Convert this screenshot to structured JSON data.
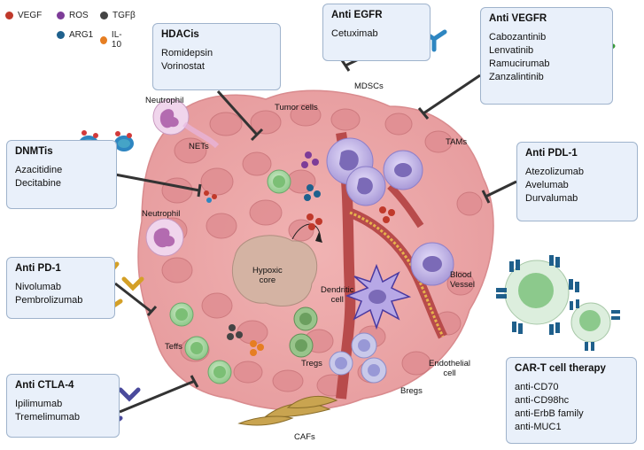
{
  "legend": [
    {
      "label": "VEGF",
      "color": "#c0392b"
    },
    {
      "label": "ROS",
      "color": "#7d3c98"
    },
    {
      "label": "TGFβ",
      "color": "#444444"
    },
    {
      "label": "ARG1",
      "color": "#1f618d"
    },
    {
      "label": "IL-10",
      "color": "#e67e22"
    }
  ],
  "boxes": {
    "hdacis": {
      "title": "HDACis",
      "items": [
        "Romidepsin",
        "Vorinostat"
      ]
    },
    "anti_egfr": {
      "title": "Anti EGFR",
      "items": [
        "Cetuximab"
      ]
    },
    "anti_vegfr": {
      "title": "Anti VEGFR",
      "items": [
        "Cabozantinib",
        "Lenvatinib",
        "Ramucirumab",
        "Zanzalintinib"
      ]
    },
    "dnmtis": {
      "title": "DNMTis",
      "items": [
        "Azacitidine",
        "Decitabine"
      ]
    },
    "anti_pdl1": {
      "title": "Anti PDL-1",
      "items": [
        "Atezolizumab",
        "Avelumab",
        "Durvalumab"
      ]
    },
    "anti_pd1": {
      "title": "Anti PD-1",
      "items": [
        "Nivolumab",
        "Pembrolizumab"
      ]
    },
    "anti_ctla4": {
      "title": "Anti CTLA-4",
      "items": [
        "Ipilimumab",
        "Tremelimumab"
      ]
    },
    "cart": {
      "title": "CAR-T cell therapy",
      "items": [
        "anti-CD70",
        "anti-CD98hc",
        "anti-ErbB family",
        "anti-MUC1"
      ]
    }
  },
  "labels": {
    "tumor_cells": "Tumor cells",
    "mdscs": "MDSCs",
    "neutrophil_top": "Neutrophil",
    "nets": "NETs",
    "tams": "TAMs",
    "neutrophil_left": "Neutrophil",
    "hypoxic_core": "Hypoxic\ncore",
    "dendritic_cell": "Dendritic\ncell",
    "blood_vessel": "Blood\nVessel",
    "teffs": "Teffs",
    "tregs": "Tregs",
    "endothelial_cell": "Endothelial\ncell",
    "bregs": "Bregs",
    "cafs": "CAFs"
  },
  "colors": {
    "tumor": "#e8a1a1",
    "tumor_cell": "#d97e83",
    "box_fill": "#e9f0fa",
    "box_border": "#9fb3cc",
    "egfr_ab": "#2e86c1",
    "vegfr_ab": "#3a9a3a",
    "pdl1_ab": "#c0392b",
    "pd1_ab": "#d4a027",
    "ctla4_ab": "#4a4a9c",
    "cart_receptor": "#1f5f8b",
    "inhibitor_line": "#333333"
  }
}
